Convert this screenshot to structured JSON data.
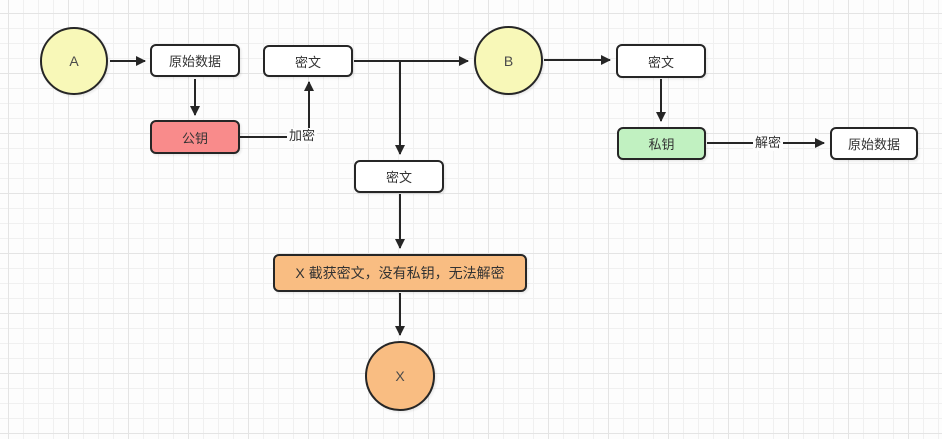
{
  "colors": {
    "canvas_background": "#fdfdfd",
    "grid_minor": "#f0f0f0",
    "grid_major": "#e4e4e4",
    "node_border": "#262626",
    "node_yellow": "#f8f8b8",
    "node_red": "#f98b8b",
    "node_green": "#c1f1c1",
    "node_orange": "#f9bd82",
    "node_white": "#ffffff",
    "text": "#333333",
    "connector": "#262626"
  },
  "nodes": {
    "actor_a": {
      "label": "A"
    },
    "original_data_1": {
      "label": "原始数据"
    },
    "public_key": {
      "label": "公钥"
    },
    "cipher_1": {
      "label": "密文"
    },
    "actor_b": {
      "label": "B"
    },
    "cipher_2": {
      "label": "密文"
    },
    "cipher_3": {
      "label": "密文"
    },
    "private_key": {
      "label": "私钥"
    },
    "original_data_2": {
      "label": "原始数据"
    },
    "intercept_note": {
      "label": "X 截获密文，没有私钥，无法解密"
    },
    "actor_x": {
      "label": "X"
    }
  },
  "edges": {
    "encrypt_label": "加密",
    "decrypt_label": "解密"
  }
}
